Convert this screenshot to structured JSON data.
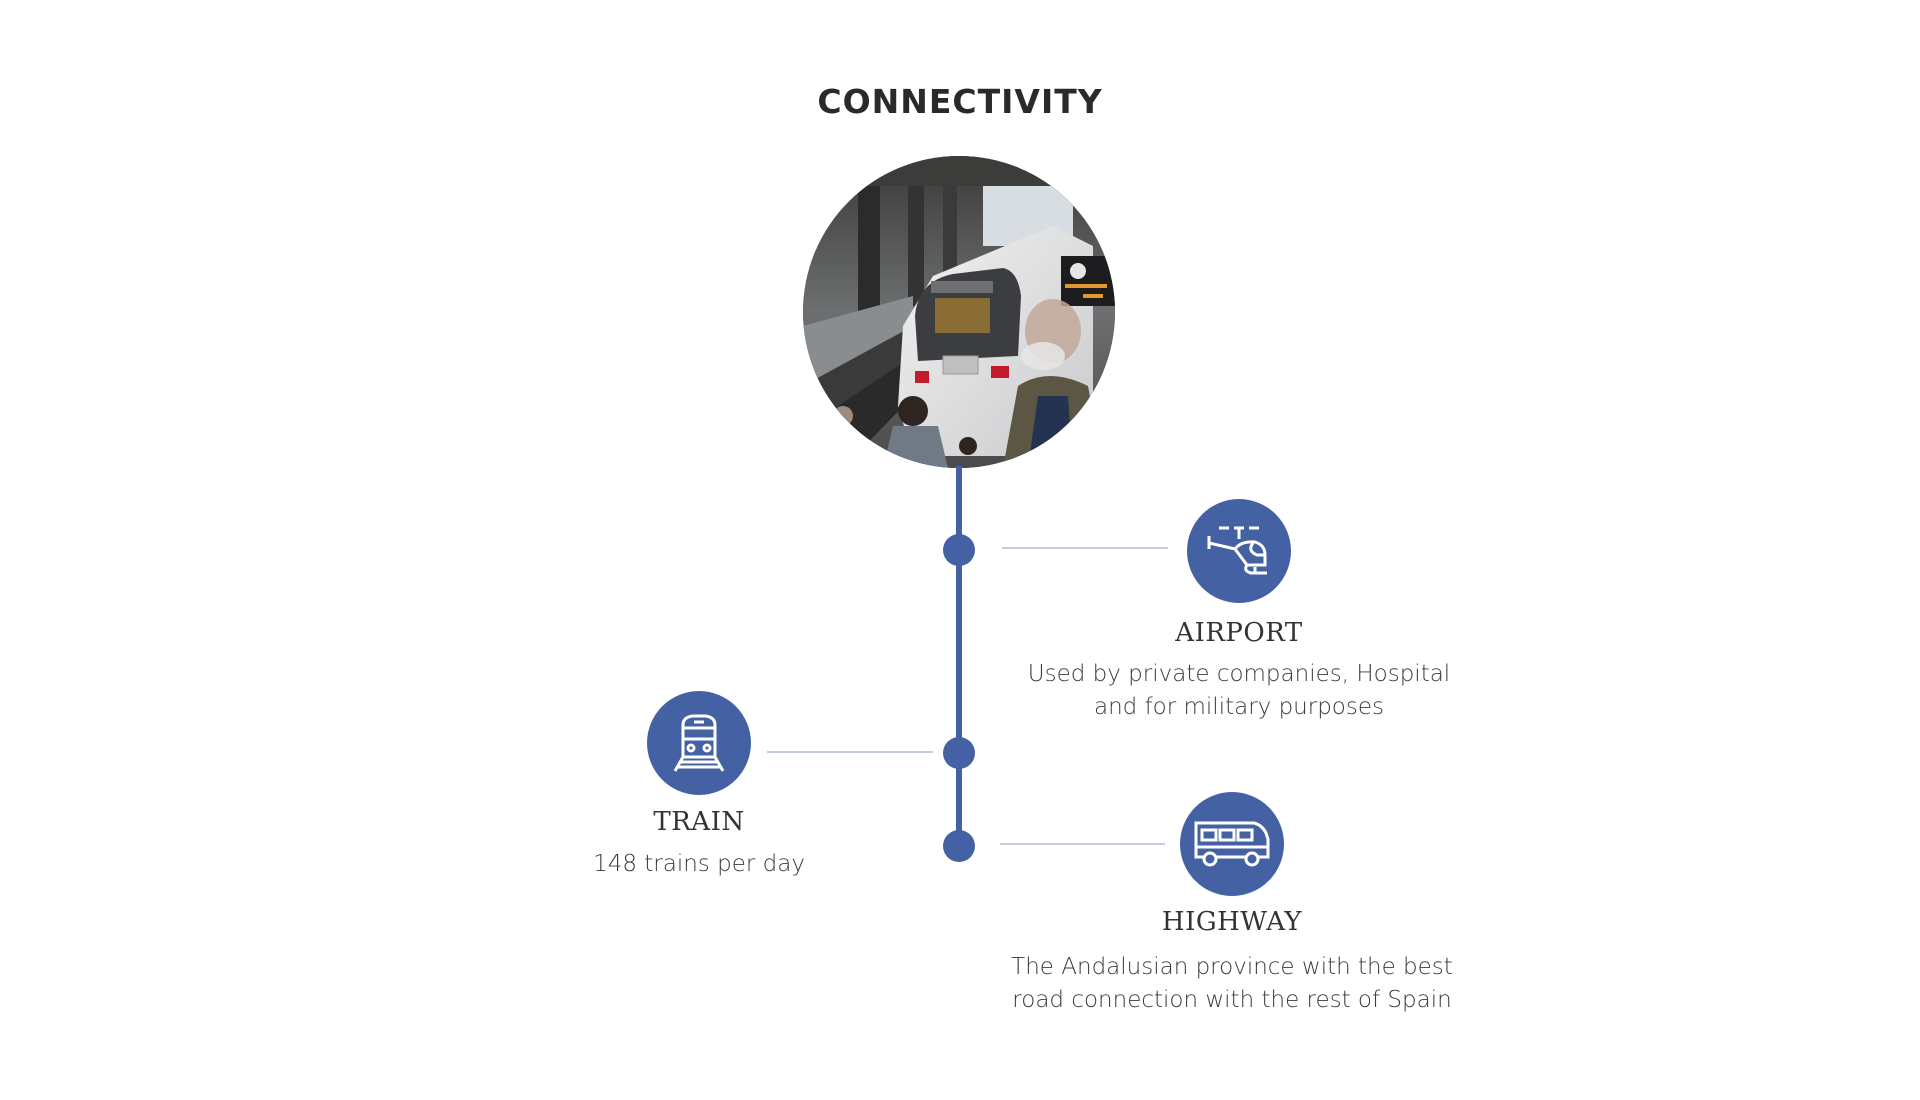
{
  "title": "CONNECTIVITY",
  "colors": {
    "accent": "#4462a3",
    "connector": "#c2cde2",
    "title_text": "#2a2a2a",
    "body_text": "#3a3a3a"
  },
  "hero_image": {
    "description": "High-speed Renfe train at station platform with passengers",
    "icon": "train-station-photo"
  },
  "items": [
    {
      "id": "airport",
      "icon": "helicopter-icon",
      "label": "AIRPORT",
      "description_lines": [
        "Used by private companies, Hospital",
        "and for military purposes"
      ],
      "side": "right"
    },
    {
      "id": "train",
      "icon": "train-icon",
      "label": "TRAIN",
      "description_lines": [
        "148 trains per day"
      ],
      "side": "left"
    },
    {
      "id": "highway",
      "icon": "bus-icon",
      "label": "HIGHWAY",
      "description_lines": [
        "The Andalusian province with the best",
        "road connection with the rest of Spain"
      ],
      "side": "right"
    }
  ]
}
